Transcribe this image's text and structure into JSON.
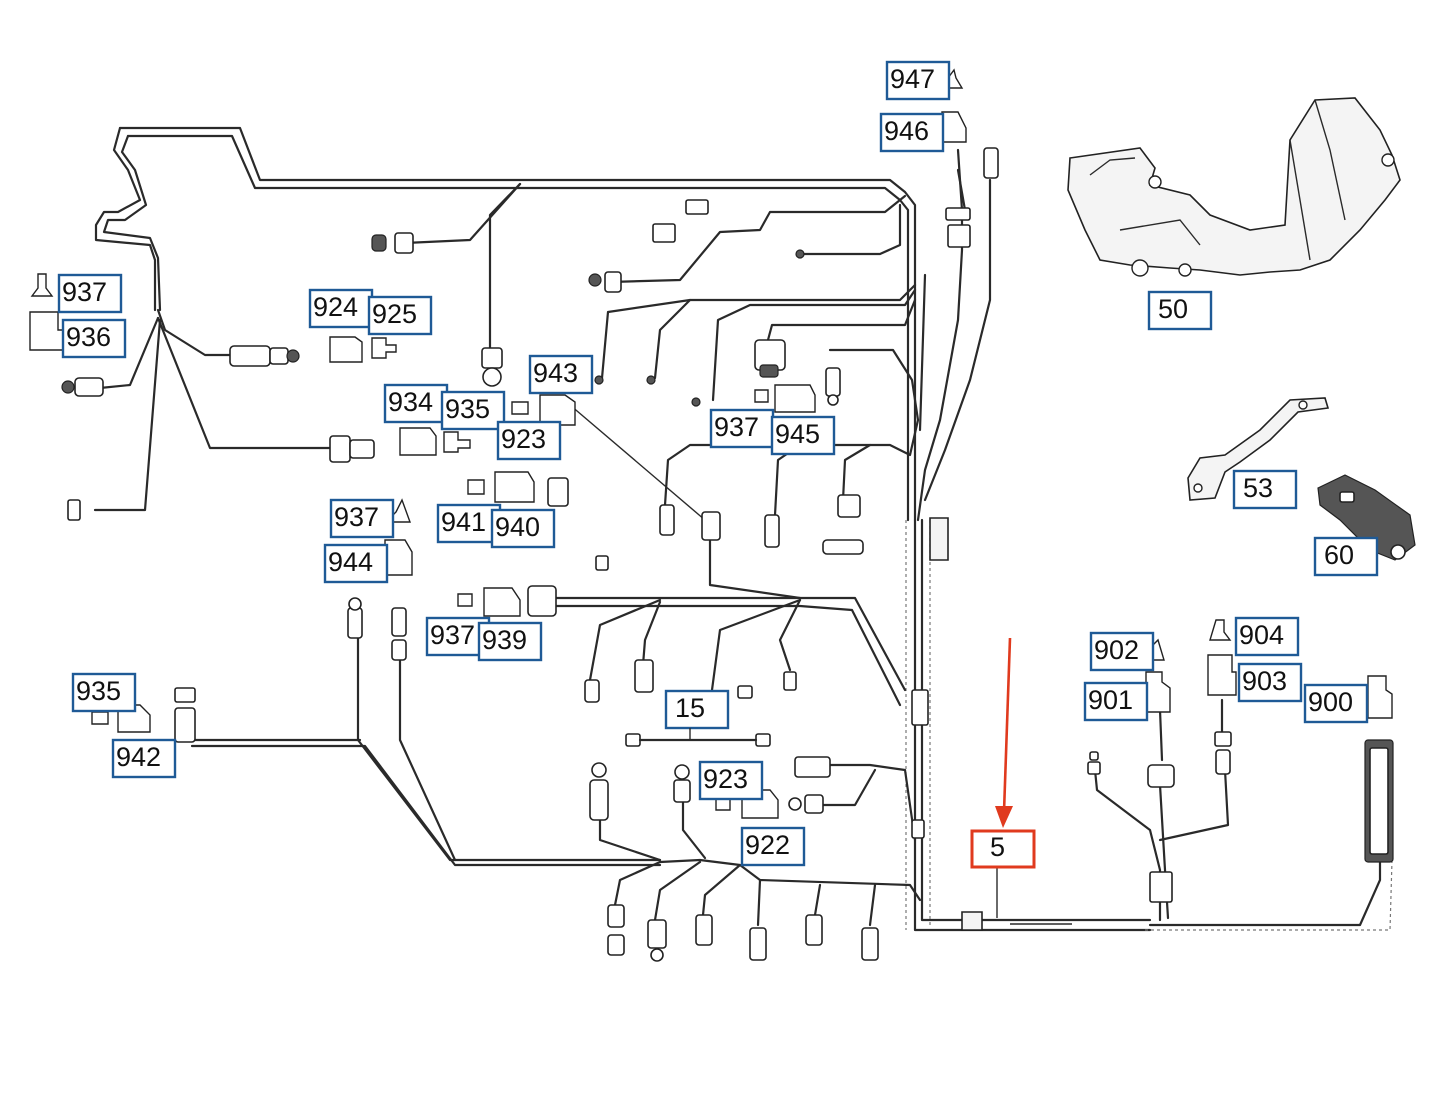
{
  "callouts": [
    {
      "id": "947",
      "label": "947"
    },
    {
      "id": "946",
      "label": "946"
    },
    {
      "id": "50",
      "label": "50"
    },
    {
      "id": "937a",
      "label": "937"
    },
    {
      "id": "936",
      "label": "936"
    },
    {
      "id": "924",
      "label": "924"
    },
    {
      "id": "925",
      "label": "925"
    },
    {
      "id": "943",
      "label": "943"
    },
    {
      "id": "934",
      "label": "934"
    },
    {
      "id": "935a",
      "label": "935"
    },
    {
      "id": "923a",
      "label": "923"
    },
    {
      "id": "937b",
      "label": "937"
    },
    {
      "id": "945",
      "label": "945"
    },
    {
      "id": "53",
      "label": "53"
    },
    {
      "id": "60",
      "label": "60"
    },
    {
      "id": "937c",
      "label": "937"
    },
    {
      "id": "941",
      "label": "941"
    },
    {
      "id": "940",
      "label": "940"
    },
    {
      "id": "944",
      "label": "944"
    },
    {
      "id": "937d",
      "label": "937"
    },
    {
      "id": "939",
      "label": "939"
    },
    {
      "id": "902",
      "label": "902"
    },
    {
      "id": "904",
      "label": "904"
    },
    {
      "id": "903",
      "label": "903"
    },
    {
      "id": "901",
      "label": "901"
    },
    {
      "id": "900",
      "label": "900"
    },
    {
      "id": "935b",
      "label": "935"
    },
    {
      "id": "942",
      "label": "942"
    },
    {
      "id": "15",
      "label": "15"
    },
    {
      "id": "923b",
      "label": "923"
    },
    {
      "id": "922",
      "label": "922"
    }
  ],
  "highlight": {
    "label": "5",
    "color": "#e03a1e"
  },
  "colors": {
    "callout_border": "#1f5a96",
    "highlight": "#e03a1e",
    "line": "#2a2a2a"
  }
}
